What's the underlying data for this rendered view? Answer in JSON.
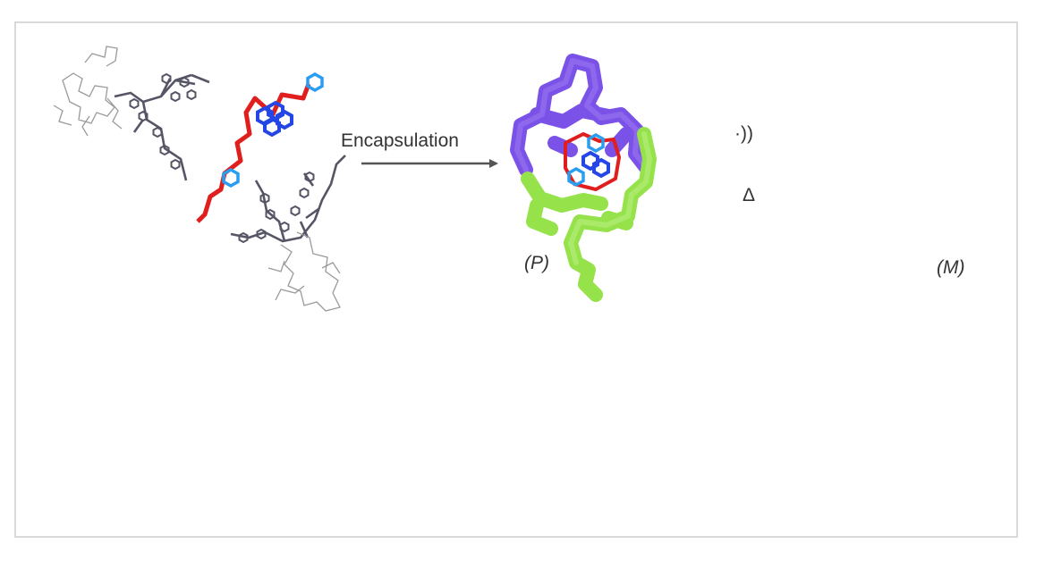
{
  "figure": {
    "step_label": "Encapsulation",
    "forward_symbol": "·))",
    "reverse_symbol": "Δ",
    "isomer_p": "(P)",
    "isomer_m": "(M)"
  },
  "colors": {
    "cage_top": "#7b52e8",
    "cage_bottom": "#96e24a",
    "chain": "#e01e1e",
    "arene": "#2546e6",
    "arene_light": "#2a9df0",
    "host_wire": "#555566",
    "arrow": "#555555",
    "frame_border": "#d9d9d9"
  }
}
